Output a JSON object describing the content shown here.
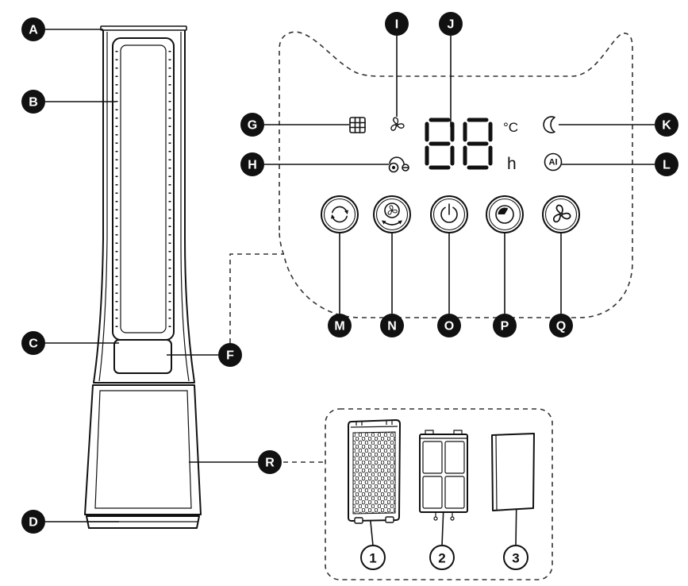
{
  "callouts": {
    "tower": [
      "A",
      "B",
      "C",
      "D"
    ],
    "panel_link": "F",
    "display": [
      "G",
      "H",
      "I",
      "J",
      "K",
      "L"
    ],
    "buttons": [
      "M",
      "N",
      "O",
      "P",
      "Q"
    ],
    "filters_link": "R"
  },
  "display": {
    "digits": "88",
    "temp_unit": "°C",
    "hour_unit": "h",
    "ai_badge": "AI",
    "indicator_icons": [
      "filter-grid-icon",
      "oscillation-icon",
      "fan-icon",
      "moon-icon"
    ]
  },
  "buttons": [
    {
      "icon": "rotate-arrows-icon"
    },
    {
      "icon": "fan-swing-icon"
    },
    {
      "icon": "power-icon"
    },
    {
      "icon": "timer-icon"
    },
    {
      "icon": "fan-icon"
    }
  ],
  "filters": [
    {
      "number": "1",
      "icon": "mesh-filter-icon"
    },
    {
      "number": "2",
      "icon": "frame-filter-icon"
    },
    {
      "number": "3",
      "icon": "pad-filter-icon"
    }
  ],
  "colors": {
    "ink": "#111111",
    "background": "#ffffff"
  }
}
